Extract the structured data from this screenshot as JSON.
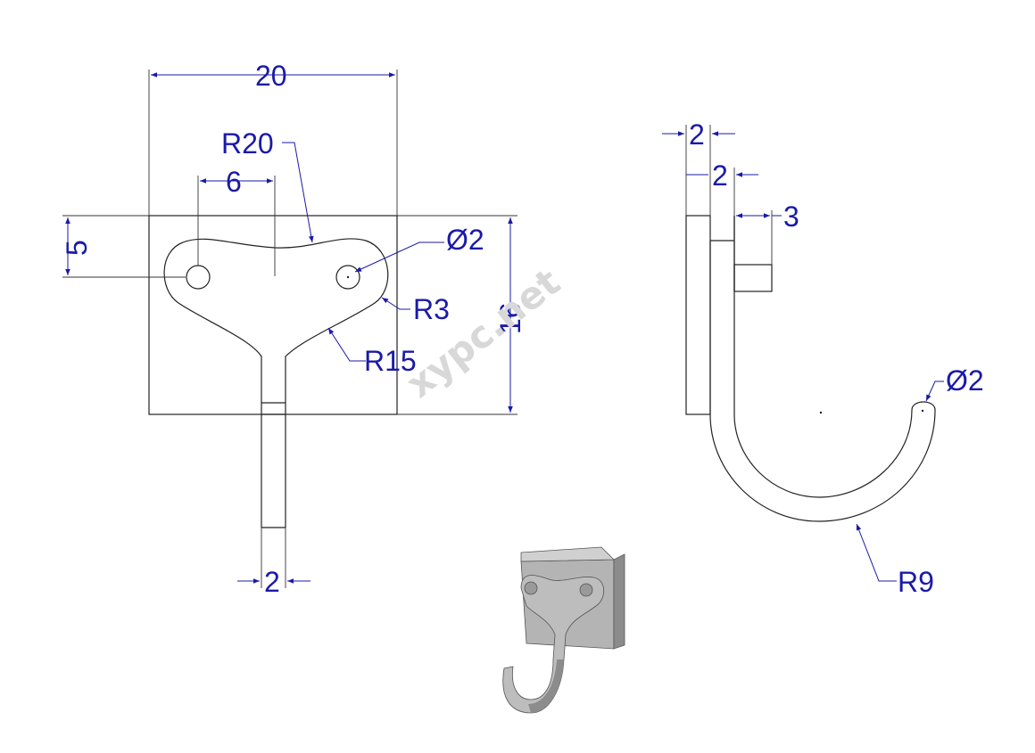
{
  "front_view": {
    "width_dim": "20",
    "hole_spacing_dim": "6",
    "top_offset_dim": "5",
    "height_dim": "16",
    "top_radius": "R20",
    "hole_diameter": "Ø2",
    "corner_radius": "R3",
    "neck_radius": "R15",
    "stem_width_dim": "2"
  },
  "side_view": {
    "plate_thickness_dim": "2",
    "arm_thickness_dim": "2",
    "boss_dim": "3",
    "tip_diameter": "Ø2",
    "hook_radius": "R9"
  },
  "watermark": "xypc.net",
  "colors": {
    "dimension": "#1a1aa8",
    "geometry": "#222222",
    "render_face": "#b8b8b8",
    "render_dark": "#8a8a8a"
  }
}
